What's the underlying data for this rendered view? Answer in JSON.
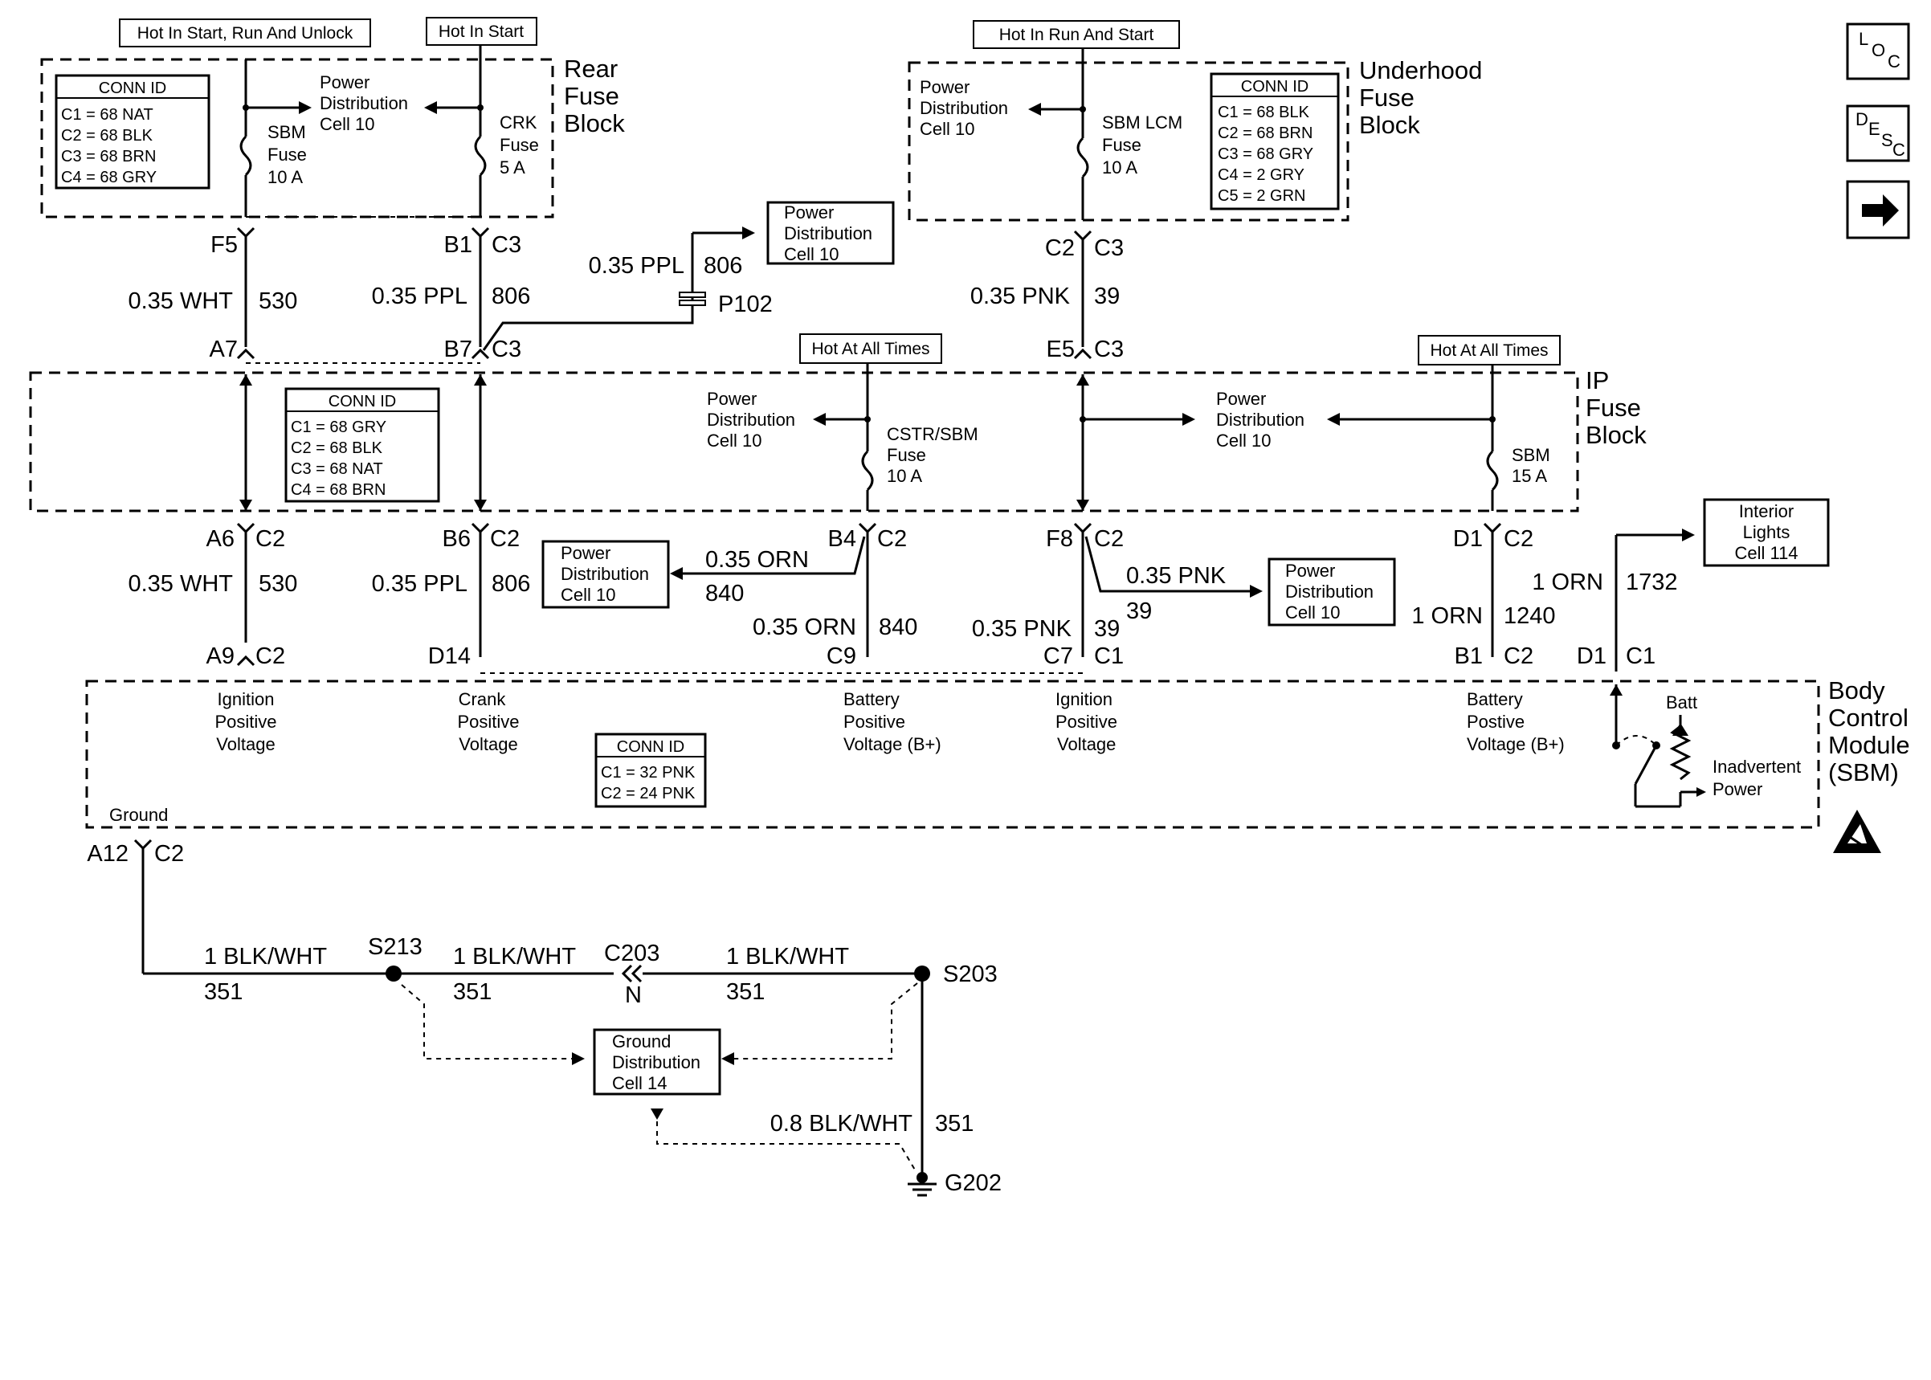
{
  "banners": {
    "rear_left": "Hot In Start, Run And Unlock",
    "rear_right": "Hot In Start",
    "underhood": "Hot In Run And Start",
    "ip_cstr": "Hot At All Times",
    "ip_sbm": "Hot At All Times"
  },
  "components": {
    "rear_fuse_block": [
      "Rear",
      "Fuse",
      "Block"
    ],
    "underhood_fuse_block": [
      "Underhood",
      "Fuse",
      "Block"
    ],
    "ip_fuse_block": [
      "IP",
      "Fuse",
      "Block"
    ],
    "bcm": [
      "Body",
      "Control",
      "Module",
      "(SBM)"
    ]
  },
  "conn_tables": {
    "rear": {
      "title": "CONN ID",
      "rows": [
        "C1 = 68 NAT",
        "C2 = 68 BLK",
        "C3 = 68 BRN",
        "C4 = 68 GRY"
      ]
    },
    "underhood": {
      "title": "CONN ID",
      "rows": [
        "C1 = 68 BLK",
        "C2 = 68 BRN",
        "C3 = 68 GRY",
        "C4 = 2 GRY",
        "C5 = 2 GRN"
      ]
    },
    "ip": {
      "title": "CONN ID",
      "rows": [
        "C1 = 68 GRY",
        "C2 = 68 BLK",
        "C3 = 68 NAT",
        "C4 = 68 BRN"
      ]
    },
    "bcm": {
      "title": "CONN ID",
      "rows": [
        "C1 = 32 PNK",
        "C2 = 24 PNK"
      ]
    }
  },
  "fuses": {
    "sbm_rear": [
      "SBM",
      "Fuse",
      "10 A"
    ],
    "crk": [
      "CRK",
      "Fuse",
      "5 A"
    ],
    "sbm_lcm": [
      "SBM LCM",
      "Fuse",
      "10 A"
    ],
    "cstr_sbm": [
      "CSTR/SBM",
      "Fuse",
      "10 A"
    ],
    "sbm_ip": [
      "SBM",
      "15 A"
    ]
  },
  "refs": {
    "pd_rear": [
      "Power",
      "Distribution",
      "Cell 10"
    ],
    "pd_p102": [
      "Power",
      "Distribution",
      "Cell 10"
    ],
    "pd_underhood": [
      "Power",
      "Distribution",
      "Cell 10"
    ],
    "pd_ip_cstr": [
      "Power",
      "Distribution",
      "Cell 10"
    ],
    "pd_ip_mid": [
      "Power",
      "Distribution",
      "Cell 10"
    ],
    "pd_b4": [
      "Power",
      "Distribution",
      "Cell 10"
    ],
    "pd_f8": [
      "Power",
      "Distribution",
      "Cell 10"
    ],
    "interior_lights": [
      "Interior",
      "Lights",
      "Cell 114"
    ],
    "ground_dist": [
      "Ground",
      "Distribution",
      "Cell 14"
    ]
  },
  "pins": {
    "f5": "F5",
    "b1": "B1",
    "b1c": "C3",
    "c2u": "C2",
    "c2uc": "C3",
    "a7": "A7",
    "b7": "B7",
    "b7c": "C3",
    "e5": "E5",
    "e5c": "C3",
    "a6": "A6",
    "a6c": "C2",
    "b6": "B6",
    "b6c": "C2",
    "b4": "B4",
    "b4c": "C2",
    "f8": "F8",
    "f8c": "C2",
    "d1": "D1",
    "d1c": "C2",
    "a9": "A9",
    "a9c": "C2",
    "d14": "D14",
    "c9": "C9",
    "c7": "C7",
    "c7c": "C1",
    "b1b": "B1",
    "b1bc": "C2",
    "d1b": "D1",
    "d1bc": "C1",
    "a12": "A12",
    "a12c": "C2"
  },
  "wires": {
    "w530_top_color": "0.35 WHT",
    "w530_top_num": "530",
    "w806_top_color": "0.35 PPL",
    "w806_top_num": "806",
    "w806_p102_color": "0.35 PPL",
    "w806_p102_num": "806",
    "p102": "P102",
    "w39_top_color": "0.35 PNK",
    "w39_top_num": "39",
    "w530_bot_color": "0.35 WHT",
    "w530_bot_num": "530",
    "w806_bot_color": "0.35 PPL",
    "w806_bot_num": "806",
    "w840_branch_color": "0.35 ORN",
    "w840_branch_num": "840",
    "w840_color": "0.35 ORN",
    "w840_num": "840",
    "w39_branch_color": "0.35 PNK",
    "w39_branch_num": "39",
    "w39_bot_color": "0.35 PNK",
    "w39_bot_num": "39",
    "w1732_color": "1 ORN",
    "w1732_num": "1732",
    "w1240_color": "1 ORN",
    "w1240_num": "1240"
  },
  "bcm_inputs": {
    "ign1": [
      "Ignition",
      "Positive",
      "Voltage"
    ],
    "crank": [
      "Crank",
      "Positive",
      "Voltage"
    ],
    "batt1": [
      "Battery",
      "Positive",
      "Voltage (B+)"
    ],
    "ign2": [
      "Ignition",
      "Positive",
      "Voltage"
    ],
    "batt2": [
      "Battery",
      "Postive",
      "Voltage (B+)"
    ],
    "batt_label": "Batt",
    "inadvertent": [
      "Inadvertent",
      "Power"
    ],
    "ground": "Ground"
  },
  "ground": {
    "w1_color": "1 BLK/WHT",
    "w1_num": "351",
    "s213": "S213",
    "w2_color": "1 BLK/WHT",
    "w2_num": "351",
    "c203": "C203",
    "c203_pin": "N",
    "w3_color": "1 BLK/WHT",
    "w3_num": "351",
    "s203": "S203",
    "w4_color": "0.8 BLK/WHT",
    "w4_num": "351",
    "g202": "G202"
  },
  "nav": {
    "loc": [
      "L",
      "O",
      "C"
    ],
    "desc": [
      "D",
      "E",
      "S",
      "C"
    ],
    "next_icon": "arrow-right-icon"
  }
}
